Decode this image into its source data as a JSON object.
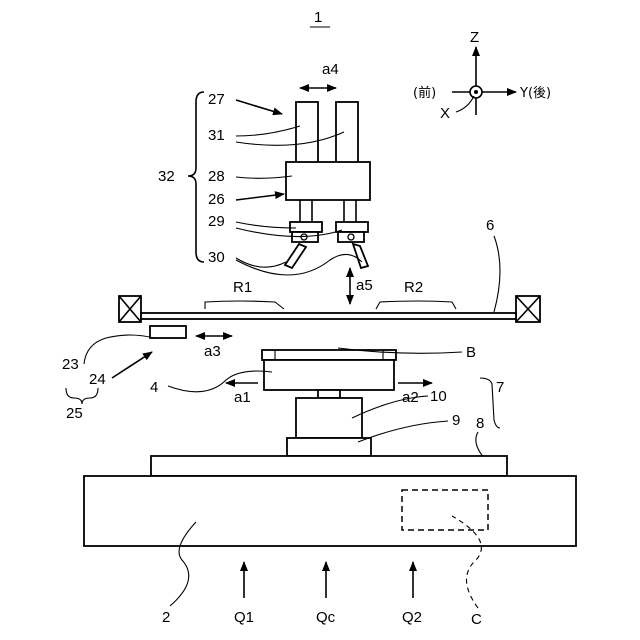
{
  "figure_number": "1",
  "axes": {
    "z": "Z",
    "y": "Y(後)",
    "x": "X",
    "front": "(前)"
  },
  "labels": {
    "l27": "27",
    "l31": "31",
    "l32": "32",
    "l28": "28",
    "l26": "26",
    "l29": "29",
    "l30": "30",
    "l6": "6",
    "lR1": "R1",
    "lR2": "R2",
    "la4": "a4",
    "la5": "a5",
    "la3": "a3",
    "la1": "a1",
    "la2": "a2",
    "l23": "23",
    "l24": "24",
    "l25": "25",
    "l4": "4",
    "lB": "B",
    "l7": "7",
    "l10": "10",
    "l9": "9",
    "l8": "8",
    "l2": "2",
    "lQ1": "Q1",
    "lQc": "Qc",
    "lQ2": "Q2",
    "lC": "C"
  }
}
